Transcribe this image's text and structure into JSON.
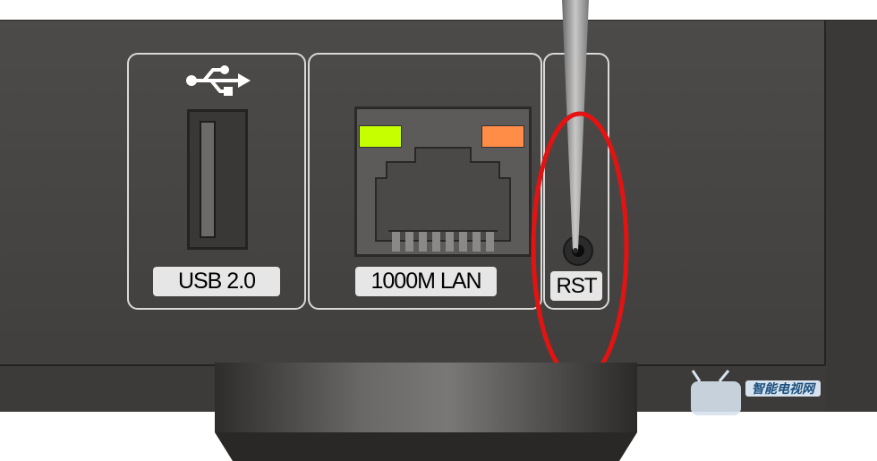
{
  "ports": {
    "usb": {
      "label": "USB 2.0",
      "icon": "usb-icon"
    },
    "lan": {
      "label": "1000M LAN",
      "led_left_color": "#c6ff00",
      "led_right_color": "#ff8c47"
    },
    "reset": {
      "label": "RST"
    }
  },
  "highlight": {
    "color": "#e51212",
    "target": "reset"
  },
  "watermark": {
    "text": "智能电视网"
  },
  "colors": {
    "panel": "#4a4846",
    "panel_edge": "#2e2c2a",
    "stand": "#3c3a38"
  }
}
